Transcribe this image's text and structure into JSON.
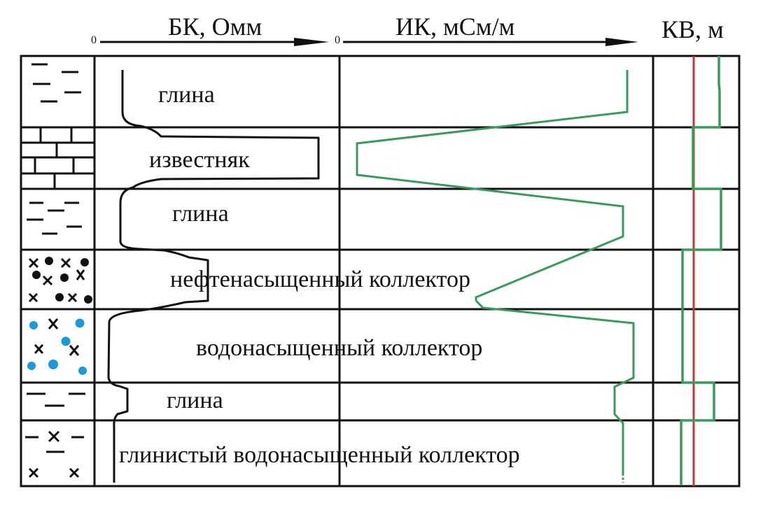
{
  "headers": {
    "bk": {
      "zero": "0",
      "label": "БК, Омм"
    },
    "ik": {
      "zero": "0",
      "label": "ИК, мСм/м"
    },
    "kv": {
      "label": "КВ, м"
    }
  },
  "layers": [
    {
      "label": "глина",
      "lithology": "clay"
    },
    {
      "label": "известняк",
      "lithology": "limestone"
    },
    {
      "label": "глина",
      "lithology": "clay"
    },
    {
      "label": "нефтенасыщенный коллектор",
      "lithology": "oil-saturated-reservoir"
    },
    {
      "label": "водонасыщенный коллектор",
      "lithology": "water-saturated-reservoir"
    },
    {
      "label": "глина",
      "lithology": "clay"
    },
    {
      "label": "глинистый водонасыщенный коллектор",
      "lithology": "clayey-water-saturated-reservoir"
    }
  ],
  "colors": {
    "ik_curve": "#3a9a5c",
    "kv_nominal": "#c0393b",
    "water_dots": "#1a9ad6"
  }
}
